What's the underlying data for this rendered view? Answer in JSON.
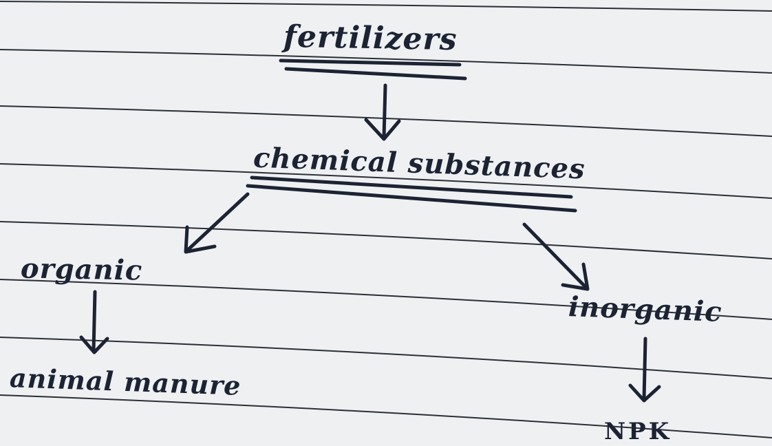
{
  "diagram": {
    "nodes": {
      "fertilizers": "fertilizers",
      "chemical": "chemical substances",
      "organic": "organic",
      "inorganic": "inorganic",
      "animal": "animal manure",
      "npk": "NPK"
    },
    "edges": [
      [
        "fertilizers",
        "chemical"
      ],
      [
        "chemical",
        "organic"
      ],
      [
        "chemical",
        "inorganic"
      ],
      [
        "organic",
        "animal"
      ],
      [
        "inorganic",
        "npk"
      ]
    ],
    "ink_color": "#1c2333",
    "rule_color": "#2a2e35",
    "paper_color": "#eef0f2"
  }
}
